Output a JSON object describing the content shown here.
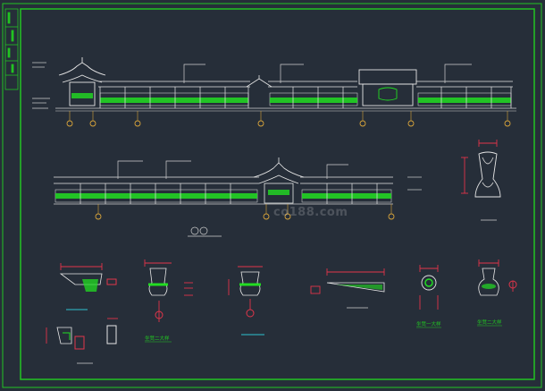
{
  "drawing": {
    "watermark": "co188.com",
    "detail_labels": [
      "坐凳二大样",
      "坐凳一大样",
      "坐凳二大样"
    ]
  },
  "colors": {
    "background": "#262e39",
    "frame": "#22c422",
    "roof": "#e6e6e6",
    "lattice": "#22dd22",
    "dimension": "#e2354a",
    "axis_marker": "#d8a43a",
    "leader": "#cfcfcf",
    "note_line": "#2fc2cf"
  },
  "icons": [
    "pavilion-roof-icon",
    "axis-bubble-icon",
    "finial-vase-icon"
  ]
}
